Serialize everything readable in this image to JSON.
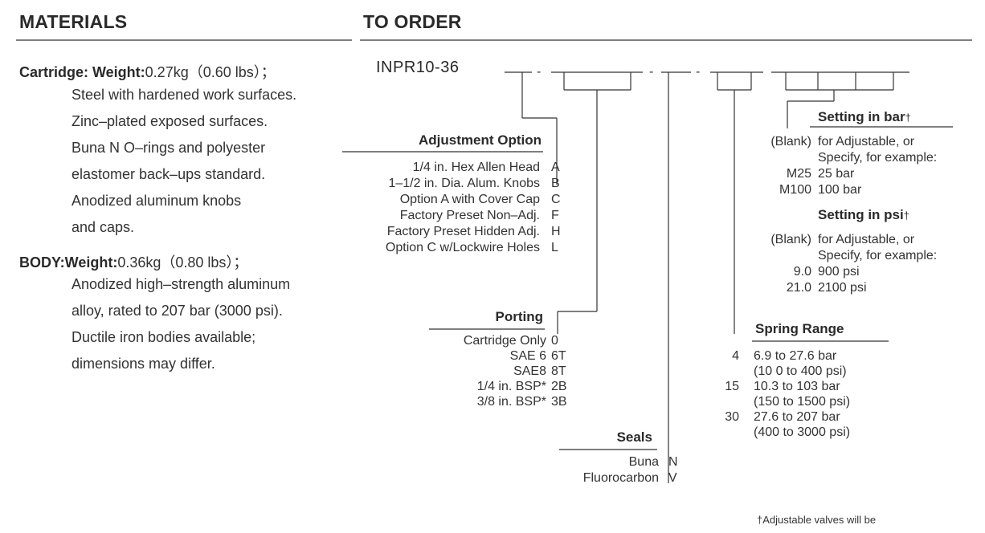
{
  "headers": {
    "materials": "MATERIALS",
    "to_order": "TO ORDER"
  },
  "materials": {
    "cartridge_label": "Cartridge: Weight:",
    "cartridge_weight": "0.27kg（0.60 lbs）；",
    "cartridge_lines": [
      "Steel with hardened work surfaces.",
      "Zinc–plated exposed surfaces.",
      "Buna N O–rings and polyester",
      "elastomer back–ups standard.",
      "Anodized aluminum knobs",
      "and caps."
    ],
    "body_label": "BODY:Weight:",
    "body_weight": "0.36kg（0.80 lbs）；",
    "body_lines": [
      "Anodized high–strength aluminum",
      "alloy, rated to 207 bar (3000 psi).",
      "Ductile iron bodies available;",
      "dimensions may differ."
    ]
  },
  "order": {
    "model": "INPR10-36",
    "adjustment": {
      "title": "Adjustment Option",
      "options": [
        {
          "label": "1/4 in. Hex Allen Head",
          "code": "A"
        },
        {
          "label": "1–1/2 in. Dia. Alum. Knobs",
          "code": "B"
        },
        {
          "label": "Option A with Cover Cap",
          "code": "C"
        },
        {
          "label": "Factory Preset Non–Adj.",
          "code": "F"
        },
        {
          "label": "Factory Preset Hidden Adj.",
          "code": "H"
        },
        {
          "label": "Option C w/Lockwire Holes",
          "code": "L"
        }
      ]
    },
    "porting": {
      "title": "Porting",
      "options": [
        {
          "label": "Cartridge Only",
          "code": "0"
        },
        {
          "label": "SAE 6",
          "code": "6T"
        },
        {
          "label": "SAE8",
          "code": "8T"
        },
        {
          "label": "1/4 in. BSP*",
          "code": "2B"
        },
        {
          "label": "3/8 in. BSP*",
          "code": "3B"
        }
      ]
    },
    "seals": {
      "title": "Seals",
      "options": [
        {
          "label": "Buna",
          "code": "N"
        },
        {
          "label": "Fluorocarbon",
          "code": "V"
        }
      ]
    },
    "spring": {
      "title": "Spring Range",
      "options": [
        {
          "code": "4",
          "line1": "6.9 to 27.6 bar",
          "line2": "(10  0 to 400 psi)"
        },
        {
          "code": "15",
          "line1": "10.3 to 103 bar",
          "line2": "(150 to 1500 psi)"
        },
        {
          "code": "30",
          "line1": "27.6 to 207 bar",
          "line2": "(400 to 3000 psi)"
        }
      ]
    },
    "setting_bar": {
      "title": "Setting  in bar",
      "dagger": "†",
      "rows": [
        {
          "code": "(Blank)",
          "text": "for Adjustable, or"
        },
        {
          "code": "",
          "text": "Specify, for example:"
        },
        {
          "code": "M25",
          "text": "25 bar"
        },
        {
          "code": "M100",
          "text": "100 bar"
        }
      ]
    },
    "setting_psi": {
      "title": "Setting  in psi",
      "dagger": "†",
      "rows": [
        {
          "code": "(Blank)",
          "text": "for Adjustable, or"
        },
        {
          "code": "",
          "text": "Specify, for example:"
        },
        {
          "code": "9.0",
          "text": "900 psi"
        },
        {
          "code": "21.0",
          "text": "2100 psi"
        }
      ]
    },
    "footnote": "†Adjustable valves will be"
  }
}
